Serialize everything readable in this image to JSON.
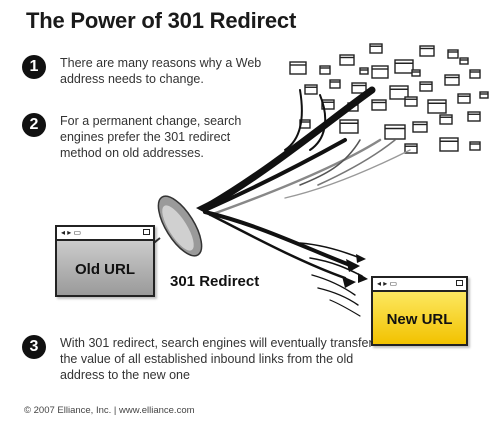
{
  "title": "The Power of 301 Redirect",
  "steps": [
    {
      "number": "1",
      "text": "There are many reasons why a Web address needs to change."
    },
    {
      "number": "2",
      "text": "For a permanent change, search engines prefer the 301 redirect method on old addresses."
    },
    {
      "number": "3",
      "text": "With 301 redirect, search engines will eventually transfer the value of all established inbound links from the old address to the new one"
    }
  ],
  "old_url": {
    "label": "Old URL",
    "bar": "◂ ▸ ▭"
  },
  "new_url": {
    "label": "New URL",
    "bar": "◂ ▸ ▭"
  },
  "redirect_label": "301 Redirect",
  "footer": "© 2007 Elliance, Inc. | www.elliance.com",
  "colors": {
    "new_url_fill": "#f7d617",
    "old_url_fill": "#b8b8b8",
    "ink": "#111111"
  }
}
